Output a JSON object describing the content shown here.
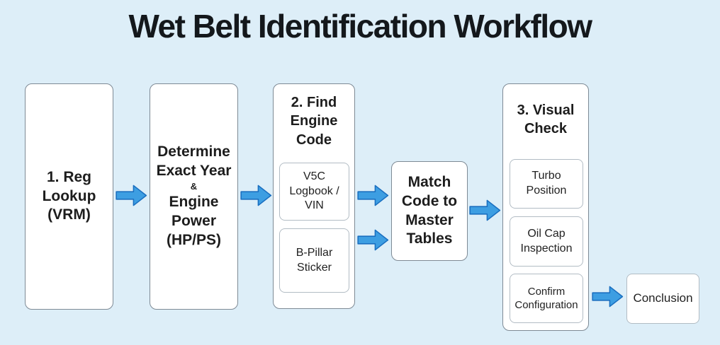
{
  "title": "Wet Belt Identification Workflow",
  "colors": {
    "background": "#ddeef8",
    "box_fill": "#ffffff",
    "box_border": "#7e8a95",
    "subbox_border": "#b2bcc4",
    "arrow_fill": "#3d9ee2",
    "arrow_border": "#1a6fc0",
    "title_color": "#14181c",
    "text_color": "#1d1d1d"
  },
  "icons": {
    "flow_arrow": "right-block-arrow"
  },
  "nodes": {
    "reg_lookup": {
      "label": "1. Reg\nLookup\n(VRM)"
    },
    "determine": {
      "line1": "Determine\nExact Year",
      "amp": "&",
      "line2": "Engine\nPower\n(HP/PS)"
    },
    "find_engine_code": {
      "title": "2. Find\nEngine\nCode",
      "children": {
        "v5c": "V5C\nLogbook /\nVIN",
        "b_pillar": "B-Pillar\nSticker"
      }
    },
    "match_tables": {
      "label": "Match\nCode to\nMaster\nTables"
    },
    "visual_check": {
      "title": "3. Visual\nCheck",
      "children": {
        "turbo": "Turbo\nPosition",
        "oil_cap": "Oil Cap\nInspection",
        "confirm": "Confirm\nConfiguration"
      }
    },
    "conclusion": {
      "label": "Conclusion"
    }
  }
}
